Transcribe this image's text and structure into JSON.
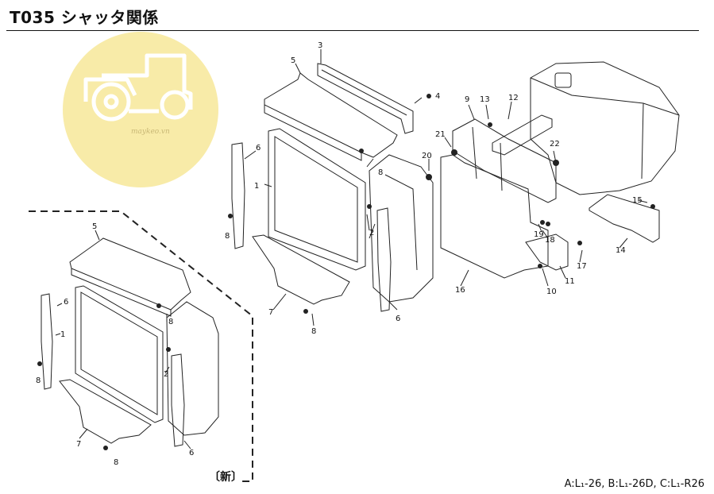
{
  "title": "T035 シャッタ関係",
  "variant_note": "A:L₁-26, B:L₁-26D, C:L₁-R26",
  "new_version_label": "〔新〕",
  "watermark": {
    "text": "maykeo.vn",
    "icon": "tractor-icon",
    "color": "#f7eaa6"
  },
  "parts": {
    "p1": "1",
    "p2": "2",
    "p3": "3",
    "p4": "4",
    "p5": "5",
    "p6": "6",
    "p7": "7",
    "p8": "8",
    "p9": "9",
    "p10": "10",
    "p11": "11",
    "p12": "12",
    "p13": "13",
    "p14": "14",
    "p15": "15",
    "p16": "16",
    "p17": "17",
    "p18": "18",
    "p19": "19",
    "p20": "20",
    "p21": "21",
    "p22": "22"
  }
}
